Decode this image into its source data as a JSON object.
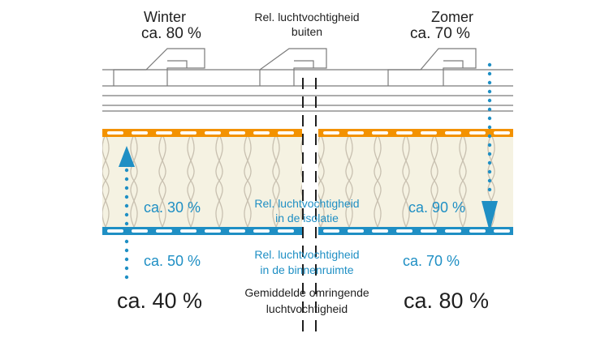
{
  "winter": {
    "label": "Winter",
    "outside": "ca. 80 %",
    "insulation": "ca. 30 %",
    "indoor": "ca. 50 %",
    "ambient": "ca. 40 %"
  },
  "summer": {
    "label": "Zomer",
    "outside": "ca. 70 %",
    "insulation": "ca. 90 %",
    "indoor": "ca. 70 %",
    "ambient": "ca. 80 %"
  },
  "labels": {
    "outside_line1": "Rel. luchtvochtigheid",
    "outside_line2": "buiten",
    "insulation_line1": "Rel. luchtvochtigheid",
    "insulation_line2": "in de isolatie",
    "indoor_line1": "Rel. luchtvochtigheid",
    "indoor_line2": "in de binnenruimte",
    "ambient_line1": "Gemiddelde omringende",
    "ambient_line2": "luchtvochtigheid"
  },
  "colors": {
    "orange_membrane": "#f39200",
    "blue_membrane": "#1f8fc4",
    "insulation_fill": "#f5f2e2",
    "insulation_curves": "#c8c0b0",
    "roof_lines": "#7a7a7a",
    "arrow": "#1f8fc4"
  }
}
